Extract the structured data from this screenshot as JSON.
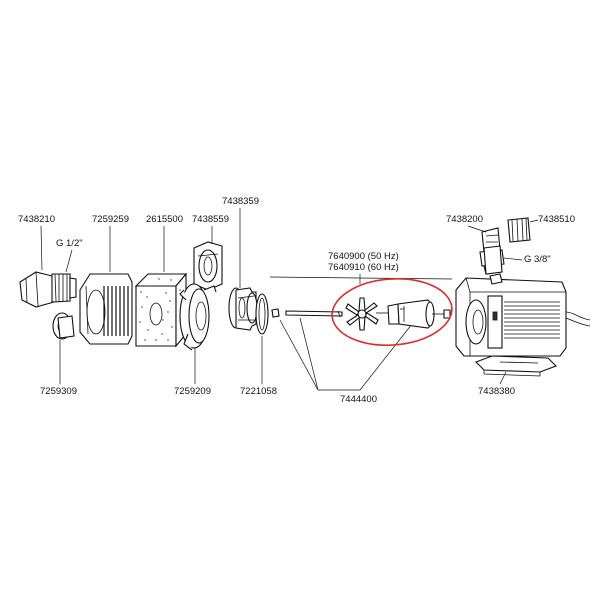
{
  "diagram": {
    "part_numbers": {
      "fitting_left": "7438210",
      "thread_left": "G 1/2\"",
      "cap_disc": "7259309",
      "intake_cover": "7259259",
      "filter_sponge": "2615500",
      "seal_flange": "7438559",
      "flange_piece": "7438359",
      "rotor_housing": "7259209",
      "o_ring": "7221058",
      "impeller_50hz": "7640900 (50 Hz)",
      "impeller_60hz": "7640910 (60 Hz)",
      "shaft_set": "7444400",
      "fitting_right": "7438200",
      "nut_right": "7438510",
      "thread_right": "G 3/8\"",
      "pump_base": "7438380"
    },
    "highlight_color": "#d9302c",
    "line_color": "#111111"
  }
}
